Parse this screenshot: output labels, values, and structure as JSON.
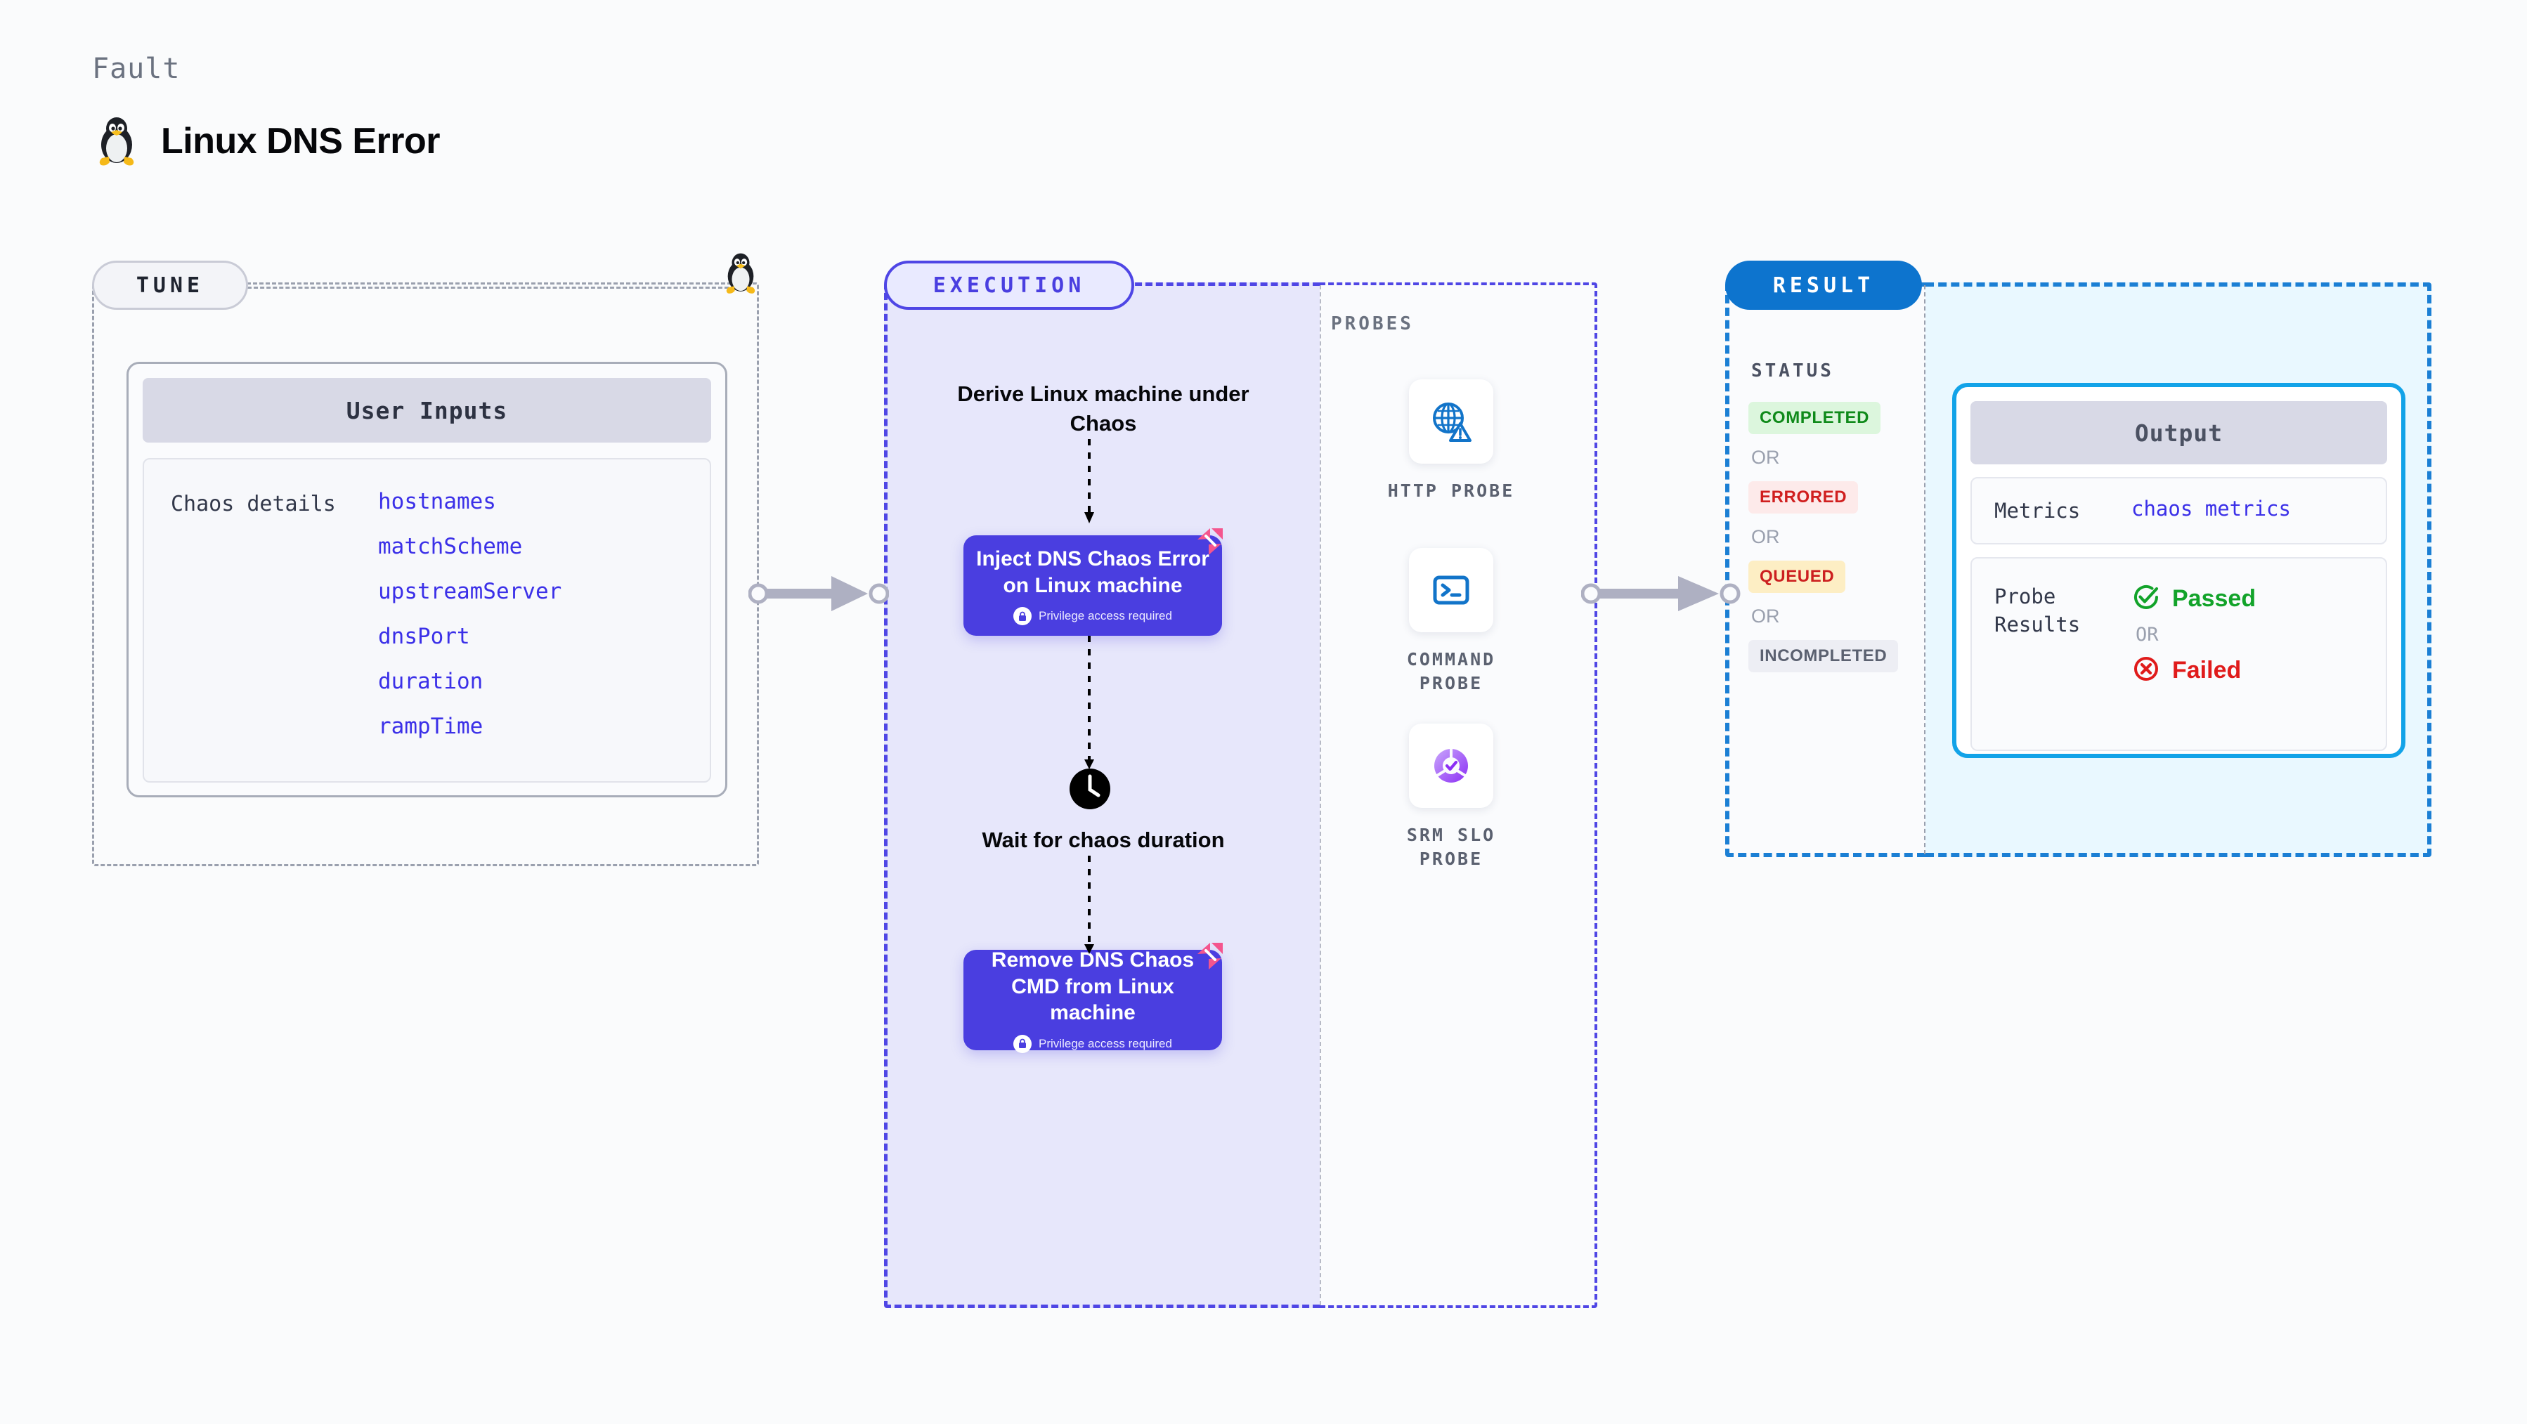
{
  "header": {
    "eyebrow": "Fault",
    "title": "Linux DNS Error",
    "icon": "linux-penguin-icon"
  },
  "colors": {
    "page_background": "#fafbfc",
    "tune_panel_border": "#9aa0ae",
    "execution_accent": "#4f46e5",
    "execution_panel_fill": "#e7e7fb",
    "result_accent": "#1b7fd4",
    "output_panel_fill": "#e9f8ff",
    "output_card_border": "#12a3e8",
    "node_fill": "#4a3ee0",
    "harness_mark": "#f4558e",
    "link_text": "#3b30e8"
  },
  "tune": {
    "chip_label": "TUNE",
    "card": {
      "header": "User Inputs",
      "row_label": "Chaos details",
      "fields": [
        "hostnames",
        "matchScheme",
        "upstreamServer",
        "dnsPort",
        "duration",
        "rampTime"
      ]
    }
  },
  "execution": {
    "chip_label": "EXECUTION",
    "steps": [
      {
        "type": "text",
        "label": "Derive Linux machine under Chaos"
      },
      {
        "type": "node",
        "label": "Inject DNS Chaos Error on Linux machine",
        "note": "Privilege access required",
        "note_icon": "lock-icon",
        "corner_icon": "harness-logo-icon"
      },
      {
        "type": "wait",
        "label": "Wait for chaos duration",
        "icon": "clock-icon"
      },
      {
        "type": "node",
        "label": "Remove DNS Chaos CMD from Linux machine",
        "note": "Privilege access required",
        "note_icon": "lock-icon",
        "corner_icon": "harness-logo-icon"
      }
    ]
  },
  "probes": {
    "section_label": "PROBES",
    "items": [
      {
        "caption": "HTTP PROBE",
        "icon": "globe-warning-icon"
      },
      {
        "caption": "COMMAND PROBE",
        "icon": "terminal-icon"
      },
      {
        "caption": "SRM SLO PROBE",
        "icon": "srm-slo-check-icon"
      }
    ]
  },
  "result": {
    "chip_label": "RESULT",
    "status_label": "STATUS",
    "or_label": "OR",
    "statuses": [
      {
        "label": "COMPLETED",
        "style": "success"
      },
      {
        "label": "ERRORED",
        "style": "error"
      },
      {
        "label": "QUEUED",
        "style": "warning"
      },
      {
        "label": "INCOMPLETED",
        "style": "neutral"
      }
    ]
  },
  "output": {
    "header": "Output",
    "metrics": {
      "key": "Metrics",
      "value": "chaos metrics"
    },
    "probe_results": {
      "key": "Probe Results",
      "or_label": "OR",
      "pass": {
        "label": "Passed",
        "icon": "check-circle-icon"
      },
      "fail": {
        "label": "Failed",
        "icon": "x-circle-icon"
      }
    }
  }
}
